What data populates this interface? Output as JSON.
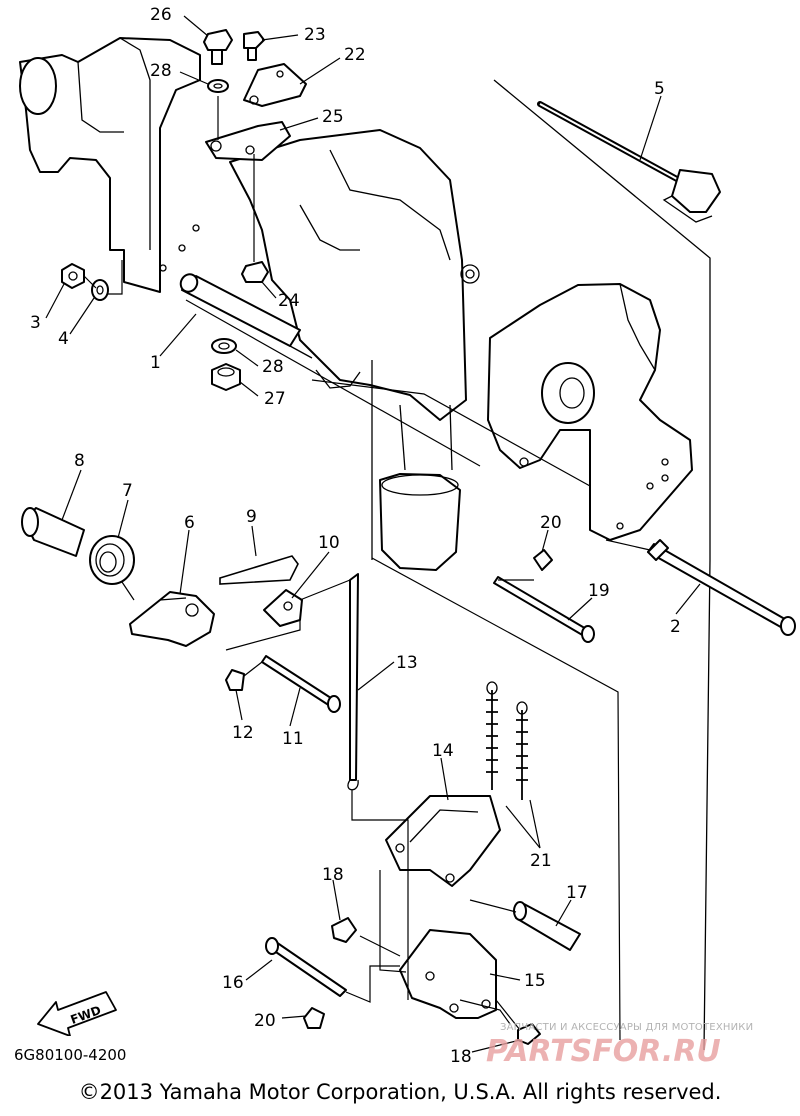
{
  "diagram": {
    "callouts": [
      {
        "id": "c1",
        "label": "1"
      },
      {
        "id": "c2",
        "label": "2"
      },
      {
        "id": "c3",
        "label": "3"
      },
      {
        "id": "c4",
        "label": "4"
      },
      {
        "id": "c5",
        "label": "5"
      },
      {
        "id": "c6",
        "label": "6"
      },
      {
        "id": "c7",
        "label": "7"
      },
      {
        "id": "c8",
        "label": "8"
      },
      {
        "id": "c9",
        "label": "9"
      },
      {
        "id": "c10",
        "label": "10"
      },
      {
        "id": "c11",
        "label": "11"
      },
      {
        "id": "c12",
        "label": "12"
      },
      {
        "id": "c13",
        "label": "13"
      },
      {
        "id": "c14",
        "label": "14"
      },
      {
        "id": "c15",
        "label": "15"
      },
      {
        "id": "c16",
        "label": "16"
      },
      {
        "id": "c17",
        "label": "17"
      },
      {
        "id": "c18a",
        "label": "18"
      },
      {
        "id": "c18b",
        "label": "18"
      },
      {
        "id": "c19",
        "label": "19"
      },
      {
        "id": "c20a",
        "label": "20"
      },
      {
        "id": "c20b",
        "label": "20"
      },
      {
        "id": "c21",
        "label": "21"
      },
      {
        "id": "c22",
        "label": "22"
      },
      {
        "id": "c23",
        "label": "23"
      },
      {
        "id": "c24",
        "label": "24"
      },
      {
        "id": "c25",
        "label": "25"
      },
      {
        "id": "c26",
        "label": "26"
      },
      {
        "id": "c27",
        "label": "27"
      },
      {
        "id": "c28a",
        "label": "28"
      },
      {
        "id": "c28b",
        "label": "28"
      }
    ],
    "direction_label": "FWD",
    "part_number": "6G80100-4200",
    "copyright": "©2013 Yamaha Motor Corporation, U.S.A. All rights reserved."
  },
  "watermark": {
    "caption": "ЗАПЧАСТИ И АКСЕССУАРЫ ДЛЯ МОТОТЕХНИКИ",
    "logo_text": "PARTSFOR.RU",
    "color": "#e8a0a0"
  },
  "colors": {
    "line": "#000000",
    "background": "#ffffff",
    "watermark_text": "#b3b3b3"
  }
}
